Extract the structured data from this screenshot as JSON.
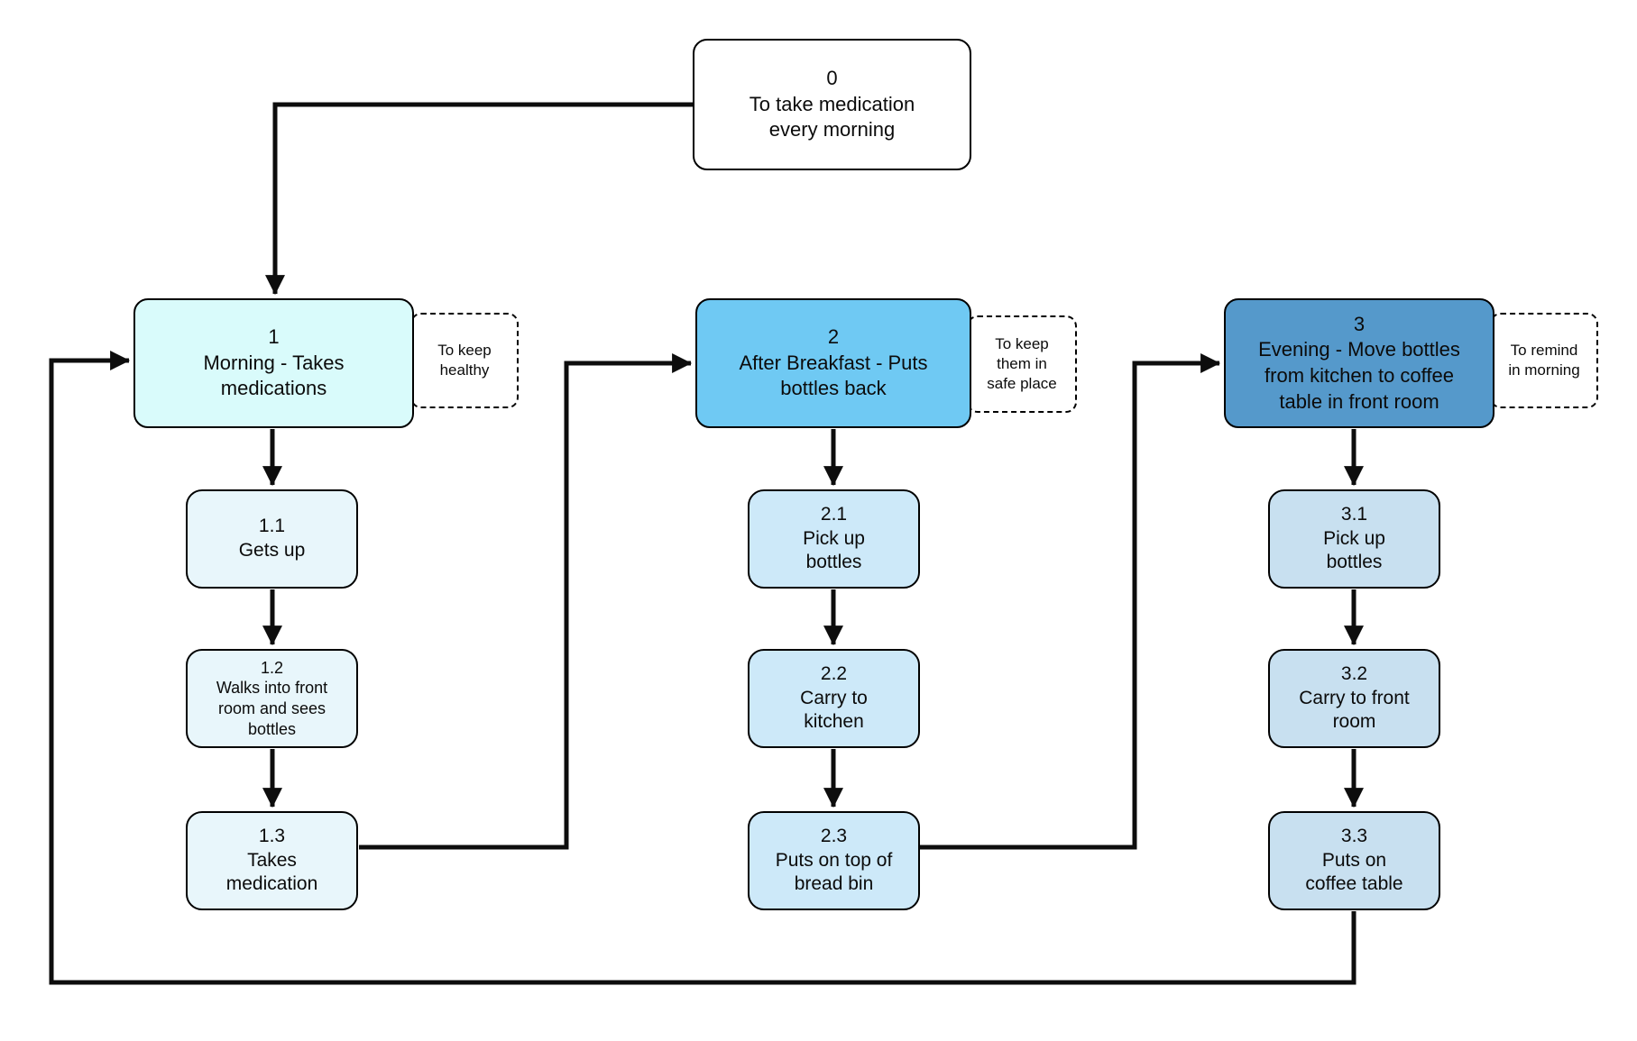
{
  "colors": {
    "task0_fill": "#ffffff",
    "task1_fill": "#d9fbfb",
    "task1_sub_fill": "#e8f6fb",
    "task2_fill": "#6fc9f3",
    "task2_sub_fill": "#cde9f9",
    "task3_fill": "#5599cb",
    "task3_sub_fill": "#c8e0f0",
    "border": "#000000",
    "connector": "#0d0d0d"
  },
  "nodes": {
    "n0": {
      "number": "0",
      "label": "To take medication\nevery morning"
    },
    "n1": {
      "number": "1",
      "label": "Morning - Takes\nmedications",
      "note": "To keep\nhealthy"
    },
    "n1_1": {
      "number": "1.1",
      "label": "Gets up"
    },
    "n1_2": {
      "number": "1.2",
      "label": "Walks into front\nroom and sees\nbottles"
    },
    "n1_3": {
      "number": "1.3",
      "label": "Takes\nmedication"
    },
    "n2": {
      "number": "2",
      "label": "After Breakfast - Puts\nbottles back",
      "note": "To keep\nthem in\nsafe place"
    },
    "n2_1": {
      "number": "2.1",
      "label": "Pick up\nbottles"
    },
    "n2_2": {
      "number": "2.2",
      "label": "Carry to\nkitchen"
    },
    "n2_3": {
      "number": "2.3",
      "label": "Puts on top of\nbread bin"
    },
    "n3": {
      "number": "3",
      "label": "Evening - Move bottles\nfrom kitchen to coffee\ntable in front room",
      "note": "To remind\nin morning"
    },
    "n3_1": {
      "number": "3.1",
      "label": "Pick up\nbottles"
    },
    "n3_2": {
      "number": "3.2",
      "label": "Carry to front\nroom"
    },
    "n3_3": {
      "number": "3.3",
      "label": "Puts on\ncoffee table"
    }
  }
}
